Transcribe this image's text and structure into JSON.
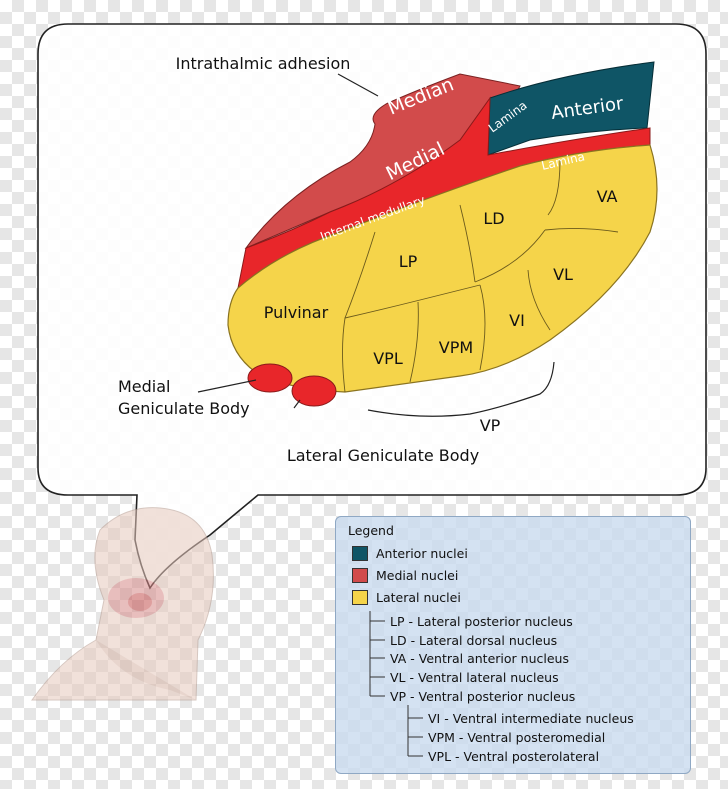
{
  "labels": {
    "intrathalmic": "Intrathalmic adhesion",
    "median": "Median",
    "medial": "Medial",
    "anterior": "Anterior",
    "lamina_upper": "Lamina",
    "lamina_lower": "Lamina",
    "internal_medullary": "Internal medullary",
    "ld": "LD",
    "va": "VA",
    "lp": "LP",
    "vl": "VL",
    "pulvinar": "Pulvinar",
    "vi": "VI",
    "vpm": "VPM",
    "vpl": "VPL",
    "mgb_line1": "Medial",
    "mgb_line2": "Geniculate Body",
    "lgb": "Lateral Geniculate Body",
    "vp": "VP"
  },
  "legend": {
    "title": "Legend",
    "entries": [
      {
        "label": "Anterior nuclei",
        "color": "#0f5566"
      },
      {
        "label": "Medial nuclei",
        "color": "#d24b4b"
      },
      {
        "label": "Lateral nuclei",
        "color": "#f5d44a"
      }
    ],
    "lateral_subnuclei": [
      "LP - Lateral posterior nucleus",
      "LD - Lateral dorsal nucleus",
      "VA - Ventral anterior nucleus",
      "VL - Ventral lateral nucleus",
      "VP - Ventral posterior nucleus"
    ],
    "vp_subnuclei": [
      "VI - Ventral intermediate nucleus",
      "VPM - Ventral posteromedial",
      "VPL - Ventral posterolateral"
    ]
  },
  "colors": {
    "anterior": "#0f5566",
    "medial": "#d24b4b",
    "lamina": "#e8262a",
    "lateral": "#f5d44a"
  }
}
